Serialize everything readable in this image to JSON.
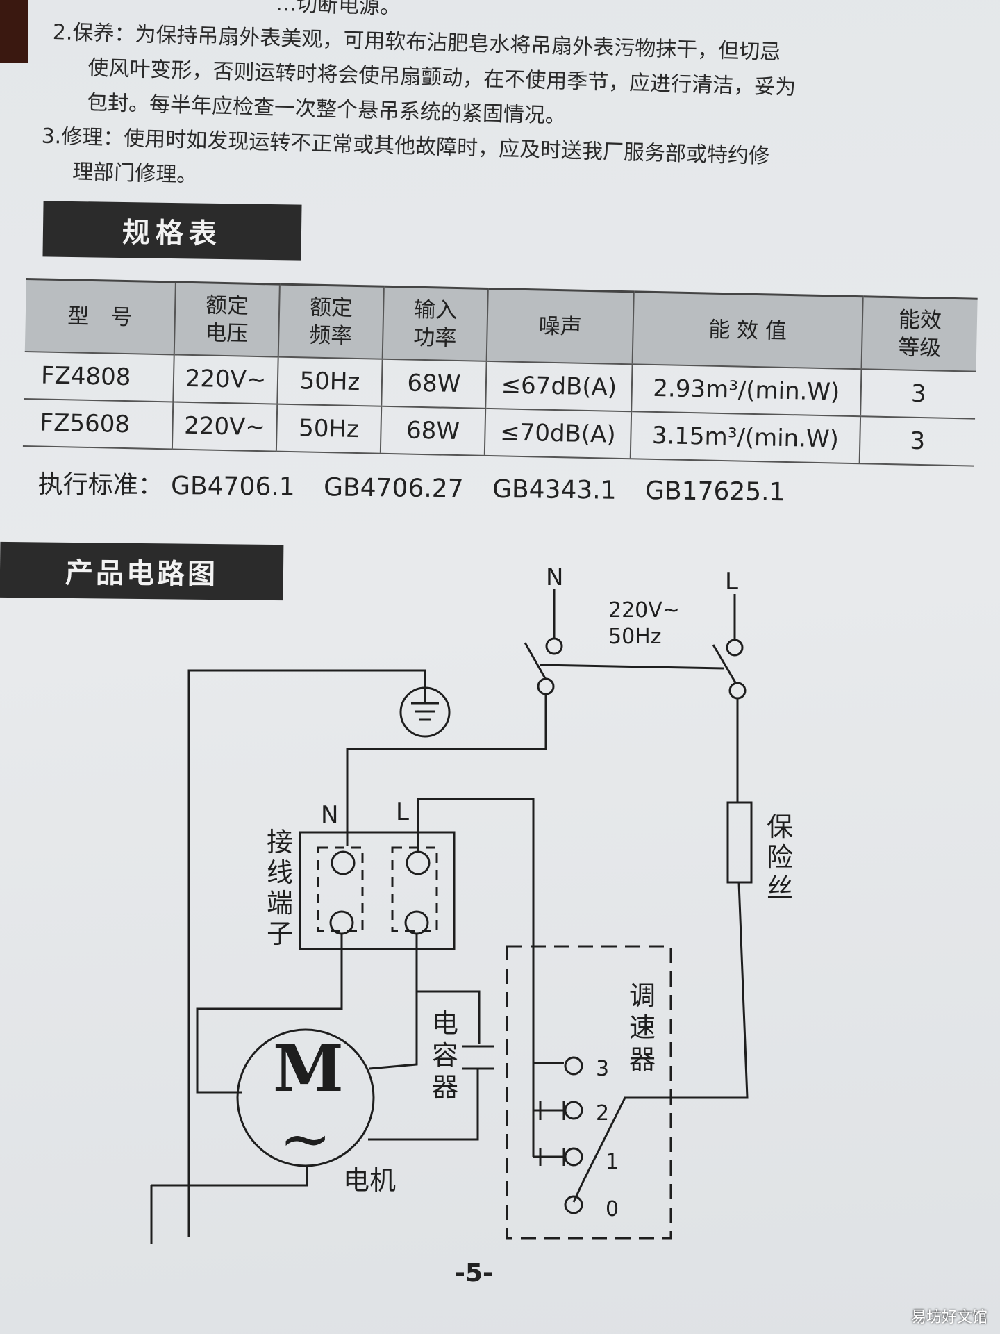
{
  "intro": {
    "top_fragment": "…切断电源。",
    "item2_label": "2.保养：",
    "item2_line1": "为保持吊扇外表美观，可用软布沾肥皂水将吊扇外表污物抹干，但切忌",
    "item2_line2": "使风叶变形，否则运转时将会使吊扇颤动，在不使用季节，应进行清洁，妥为",
    "item2_line3": "包封。每半年应检查一次整个悬吊系统的紧固情况。",
    "item3_label": "3.修理：",
    "item3_line1": "使用时如发现运转不正常或其他故障时，应及时送我厂服务部或特约修",
    "item3_line2": "理部门修理。"
  },
  "spec": {
    "title": "规格表",
    "headers": [
      "型　号",
      "额定\n电压",
      "额定\n频率",
      "输入\n功率",
      "噪声",
      "能 效 值",
      "能效\n等级"
    ],
    "rows": [
      [
        "FZ4808",
        "220V~",
        "50Hz",
        "68W",
        "≤67dB(A)",
        "2.93m³/(min.W)",
        "3"
      ],
      [
        "FZ5608",
        "220V~",
        "50Hz",
        "68W",
        "≤70dB(A)",
        "3.15m³/(min.W)",
        "3"
      ]
    ],
    "standards_label": "执行标准：",
    "standards": [
      "GB4706.1",
      "GB4706.27",
      "GB4343.1",
      "GB17625.1"
    ]
  },
  "circuit": {
    "title": "产品电路图",
    "supply_n": "N",
    "supply_l": "L",
    "supply_voltage": "220V~",
    "supply_freq": "50Hz",
    "terminal_n": "N",
    "terminal_l": "L",
    "terminal_block": "接\n线\n端\n子",
    "fuse": "保\n险\n丝",
    "capacitor": "电\n容\n器",
    "speed_controller": "调\n速\n器",
    "motor_symbol": "M",
    "motor_tilde": "~",
    "motor": "电机",
    "pos3": "3",
    "pos2": "2",
    "pos1": "1",
    "pos0": "0"
  },
  "page_number": "-5-",
  "watermark": "易坊好文馆"
}
